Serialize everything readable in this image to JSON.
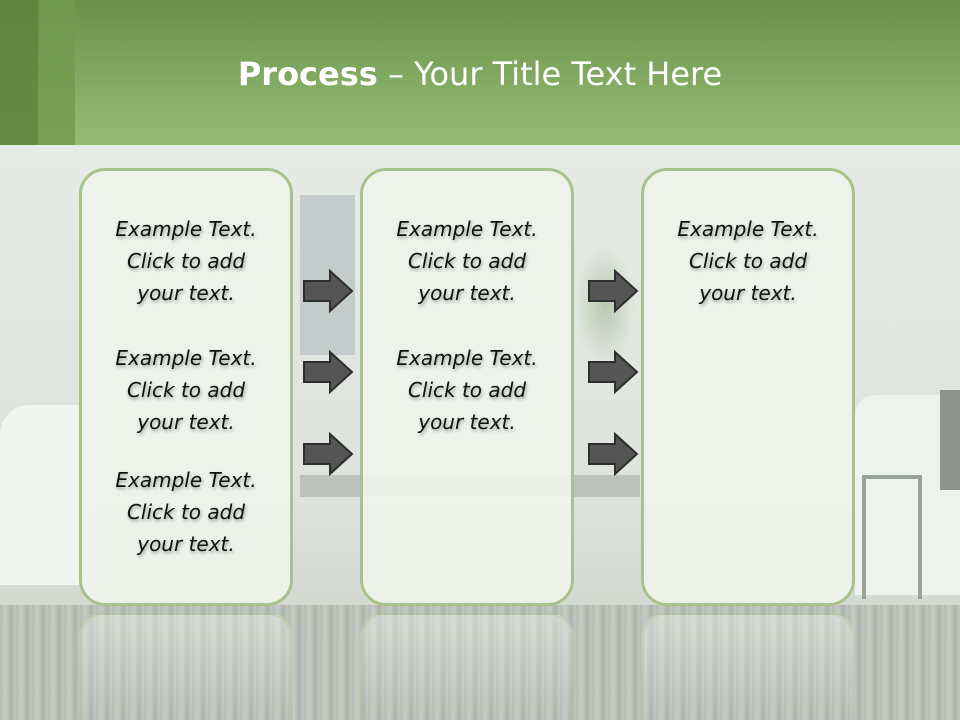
{
  "slide": {
    "title_strong": "Process",
    "title_rest": " – Your Title Text Here",
    "colors": {
      "header": "#83aa62",
      "panel_border": "#a6c48a",
      "arrow": "#555555"
    }
  },
  "columns": [
    {
      "blocks": [
        {
          "line1": "Example Text.",
          "line2": "Click  to add",
          "line3": "your text."
        },
        {
          "line1": "Example Text.",
          "line2": "Click  to add",
          "line3": "your text."
        },
        {
          "line1": "Example Text.",
          "line2": "Click  to add",
          "line3": "your text."
        }
      ]
    },
    {
      "blocks": [
        {
          "line1": "Example Text.",
          "line2": "Click  to add",
          "line3": "your text."
        },
        {
          "line1": "Example Text.",
          "line2": "Click  to add",
          "line3": "your text."
        }
      ]
    },
    {
      "blocks": [
        {
          "line1": "Example Text.",
          "line2": "Click  to add",
          "line3": "your text."
        }
      ]
    }
  ],
  "arrows": {
    "icon": "right-arrow-icon"
  }
}
